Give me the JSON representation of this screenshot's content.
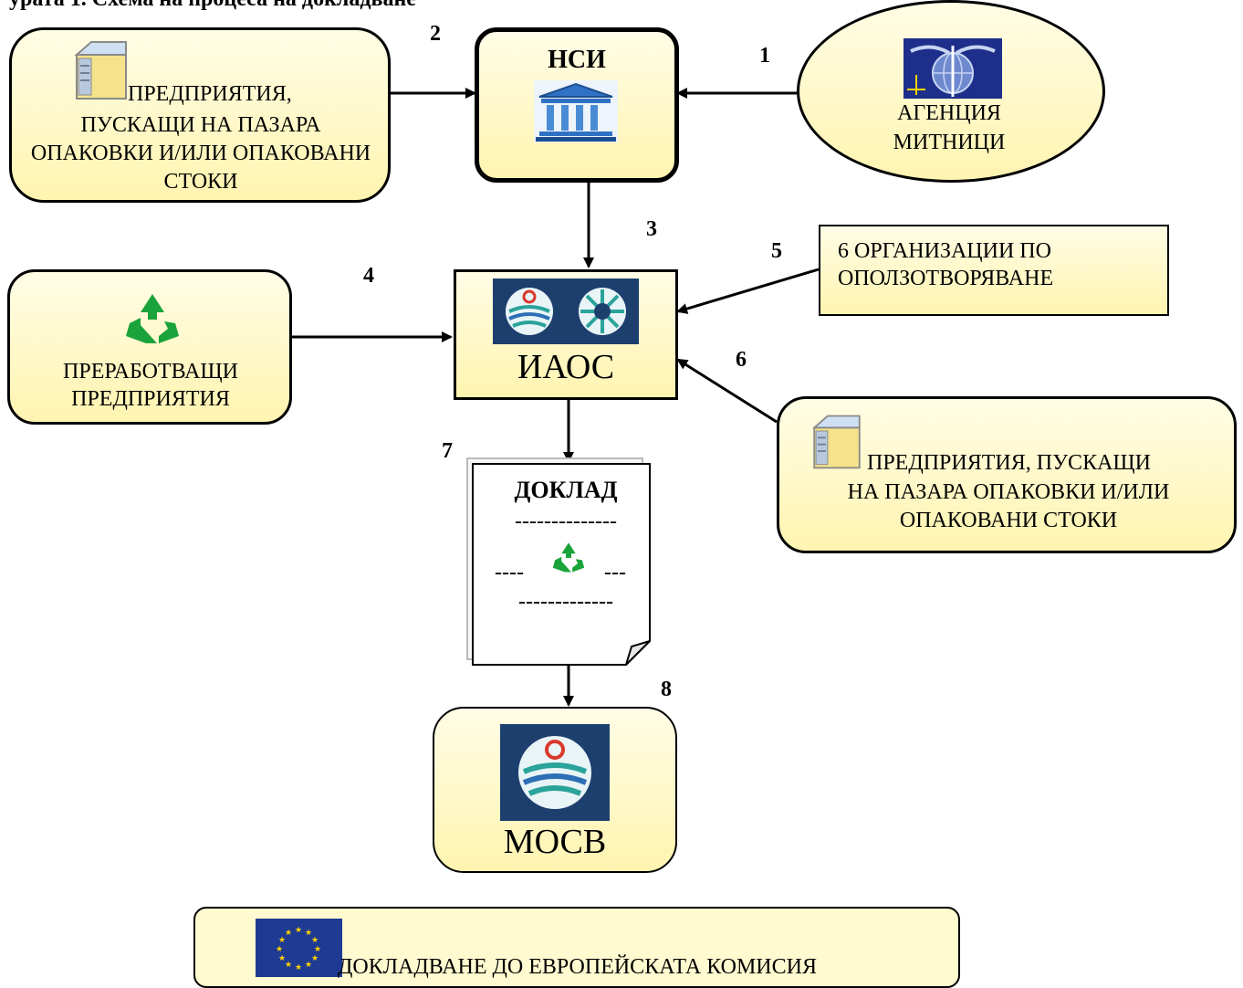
{
  "caption": "урата 1. Схема на процеса на докладване",
  "nodes": {
    "producers_top": {
      "label_line1": "ПРЕДПРИЯТИЯ,",
      "label_rest": "ПУСКАЩИ НА ПАЗАРА ОПАКОВКИ И/ИЛИ ОПАКОВАНИ СТОКИ",
      "icon": "box-package-icon"
    },
    "nsi": {
      "label": "НСИ",
      "icon": "institution-building-icon"
    },
    "customs": {
      "label": "АГЕНЦИЯ МИТНИЦИ",
      "icon": "customs-emblem-icon"
    },
    "recyclers": {
      "label": "ПРЕРАБОТВАЩИ ПРЕДПРИЯТИЯ",
      "icon": "recycle-icon"
    },
    "iaos": {
      "label": "ИАОС",
      "icon": "environment-logos-icon"
    },
    "recovery_orgs": {
      "label": "6 ОРГАНИЗАЦИИ ПО ОПОЛЗОТВОРЯВАНЕ"
    },
    "producers_right": {
      "label_line1": "ПРЕДПРИЯТИЯ, ПУСКАЩИ",
      "label_rest": "НА ПАЗАРА ОПАКОВКИ И/ИЛИ ОПАКОВАНИ СТОКИ",
      "icon": "box-package-icon"
    },
    "report": {
      "title": "ДОКЛАД",
      "dash_line1": "--------------",
      "dash_left": "----",
      "dash_right": "---",
      "dash_line3": "-------------",
      "icon": "recycle-icon"
    },
    "mosv": {
      "label": "МОСВ",
      "icon": "ministry-logo-icon"
    },
    "eu": {
      "label": "ДОКЛАДВАНЕ ДО ЕВРОПЕЙСКАТА КОМИСИЯ",
      "icon": "eu-flag-icon"
    }
  },
  "step_numbers": {
    "s1": "1",
    "s2": "2",
    "s3": "3",
    "s4": "4",
    "s5": "5",
    "s6": "6",
    "s7": "7",
    "s8": "8"
  },
  "colors": {
    "box_fill_top": "#fffde6",
    "box_fill_bottom": "#fff4b0",
    "logo_bg": "#1d3f6e",
    "recycle_green": "#1aa33a",
    "eu_blue": "#1f3a93",
    "eu_star": "#ffd400"
  }
}
